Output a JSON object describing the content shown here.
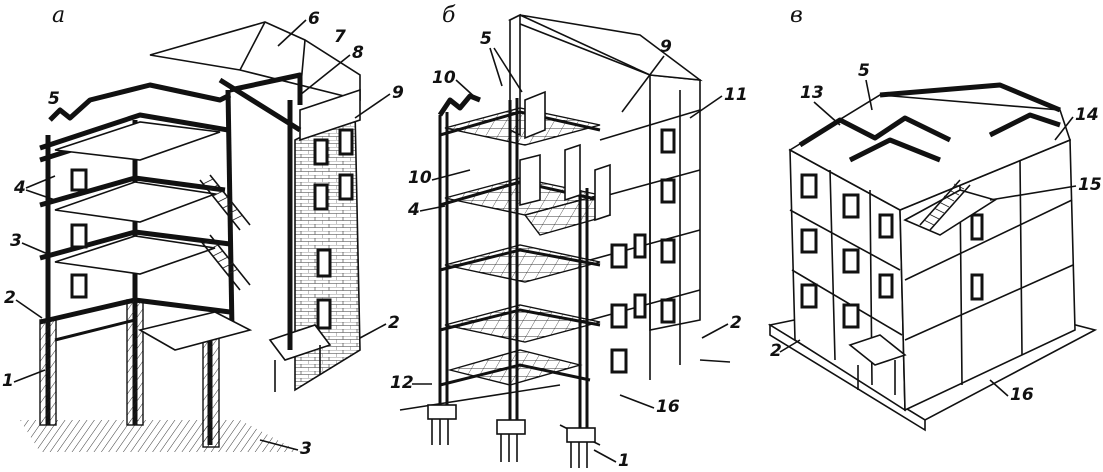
{
  "figure": {
    "panel_letters": [
      "а",
      "б",
      "в"
    ],
    "panel_a_callouts": [
      "5",
      "4",
      "3",
      "2",
      "1",
      "6",
      "7",
      "8",
      "9",
      "2",
      "3"
    ],
    "panel_b_callouts": [
      "5",
      "10",
      "10",
      "4",
      "9",
      "11",
      "12",
      "2",
      "16",
      "1"
    ],
    "panel_c_callouts": [
      "13",
      "5",
      "14",
      "15",
      "2",
      "16"
    ]
  }
}
